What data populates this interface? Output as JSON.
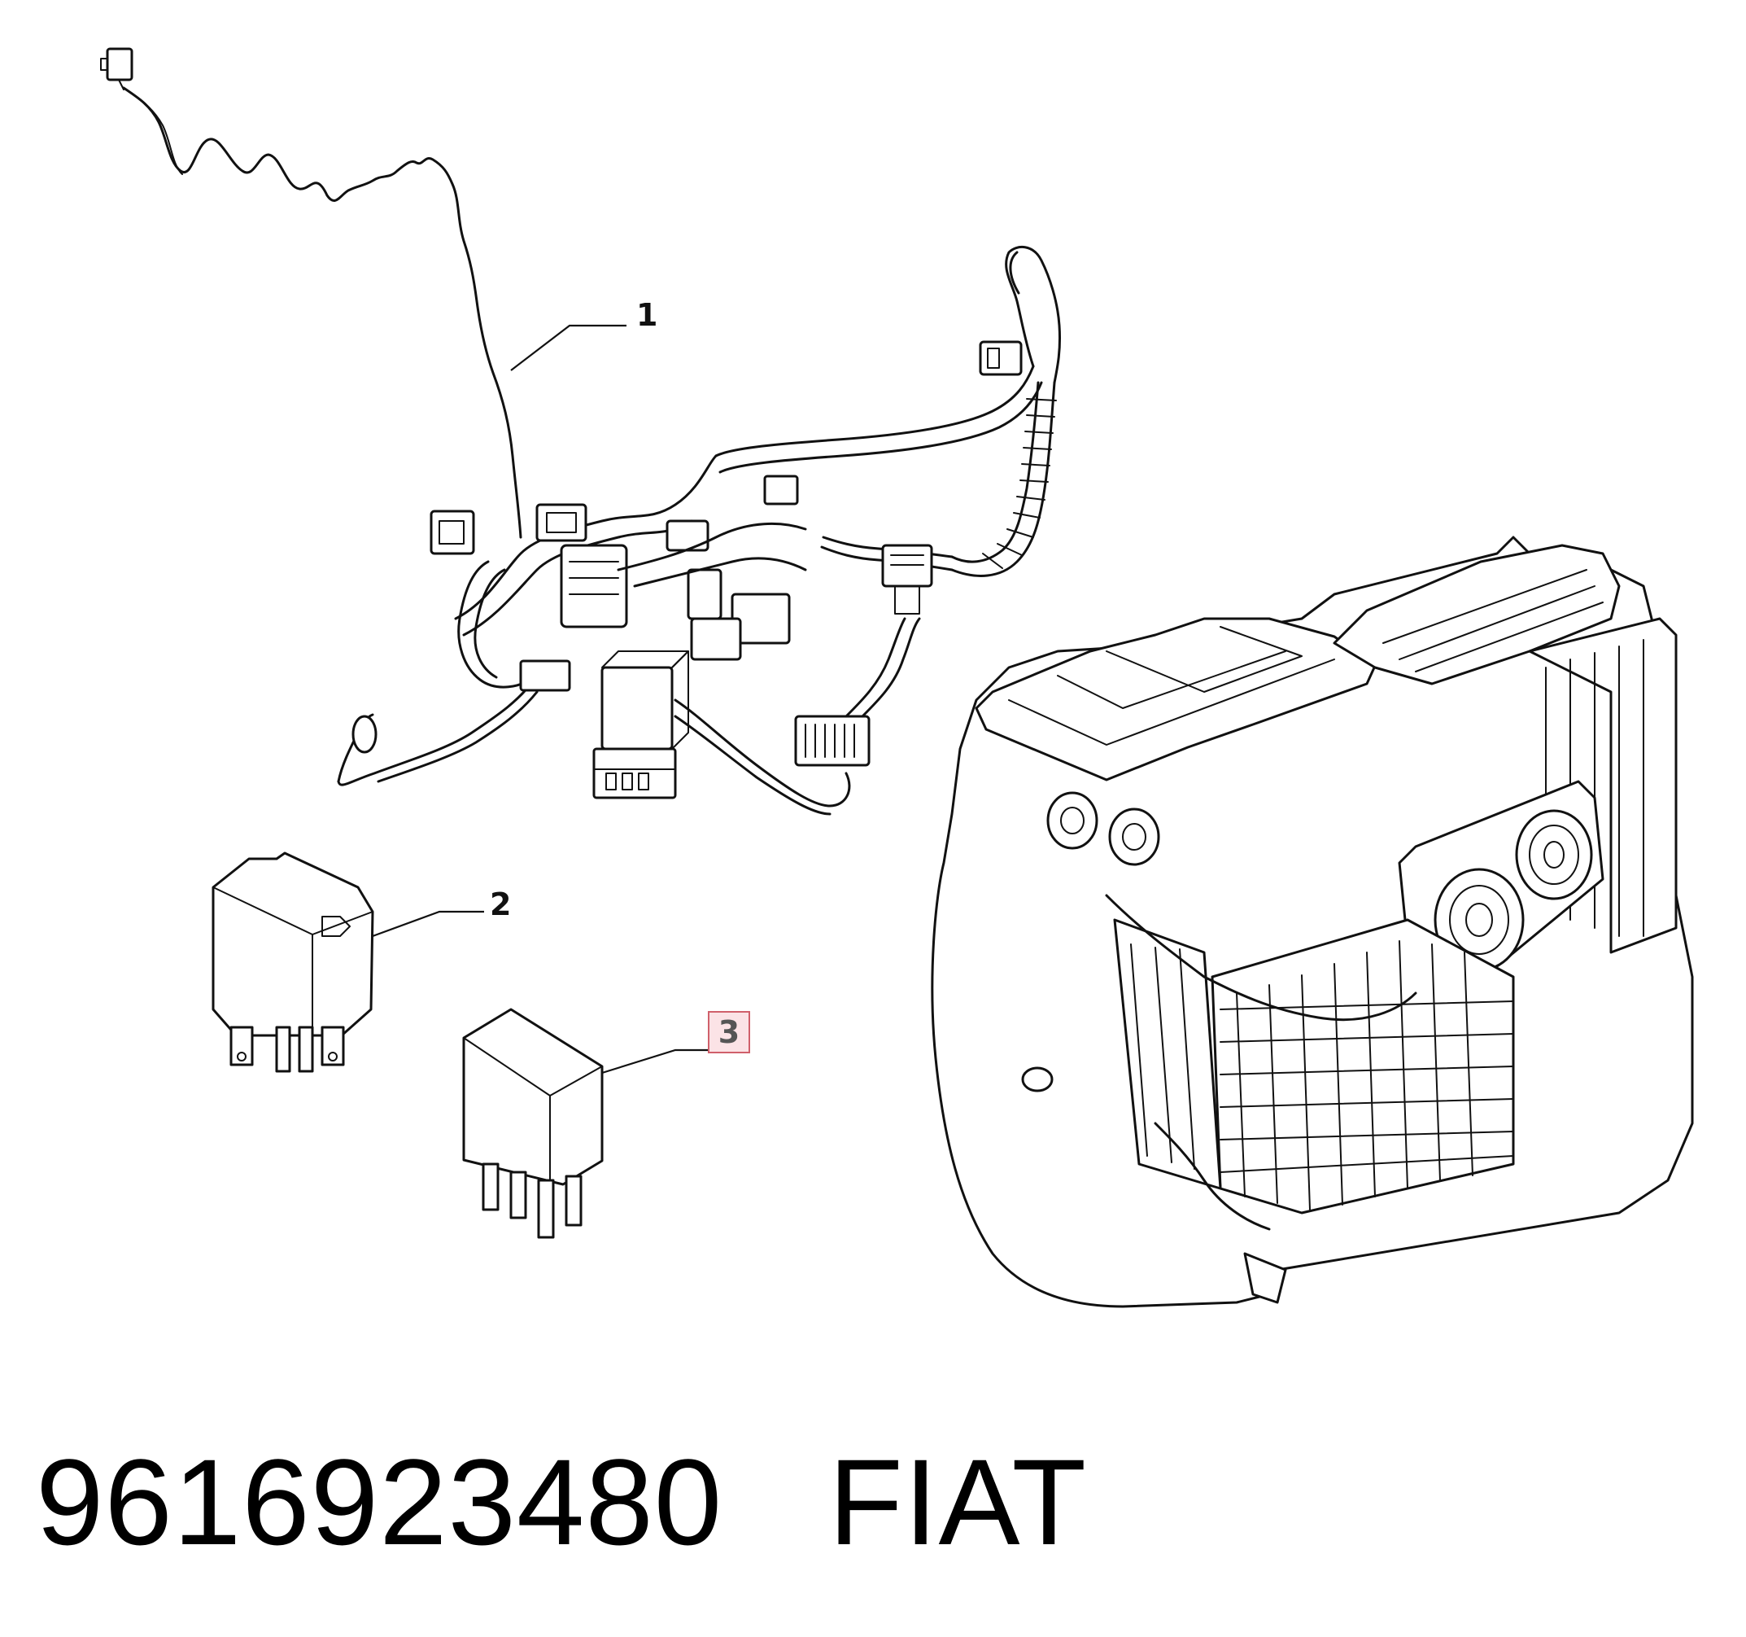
{
  "callouts": [
    {
      "id": "1",
      "label": "1"
    },
    {
      "id": "2",
      "label": "2"
    },
    {
      "id": "3",
      "label": "3",
      "highlighted": true,
      "highlight_color": "#fbe3e6"
    }
  ],
  "caption": {
    "part_number": "9616923480",
    "brand": "FIAT"
  },
  "parts": [
    {
      "callout": "1",
      "name": "wiring-harness"
    },
    {
      "callout": "2",
      "name": "relay-large"
    },
    {
      "callout": "3",
      "name": "relay-small"
    },
    {
      "callout": "",
      "name": "hvac-heater-unit"
    }
  ]
}
